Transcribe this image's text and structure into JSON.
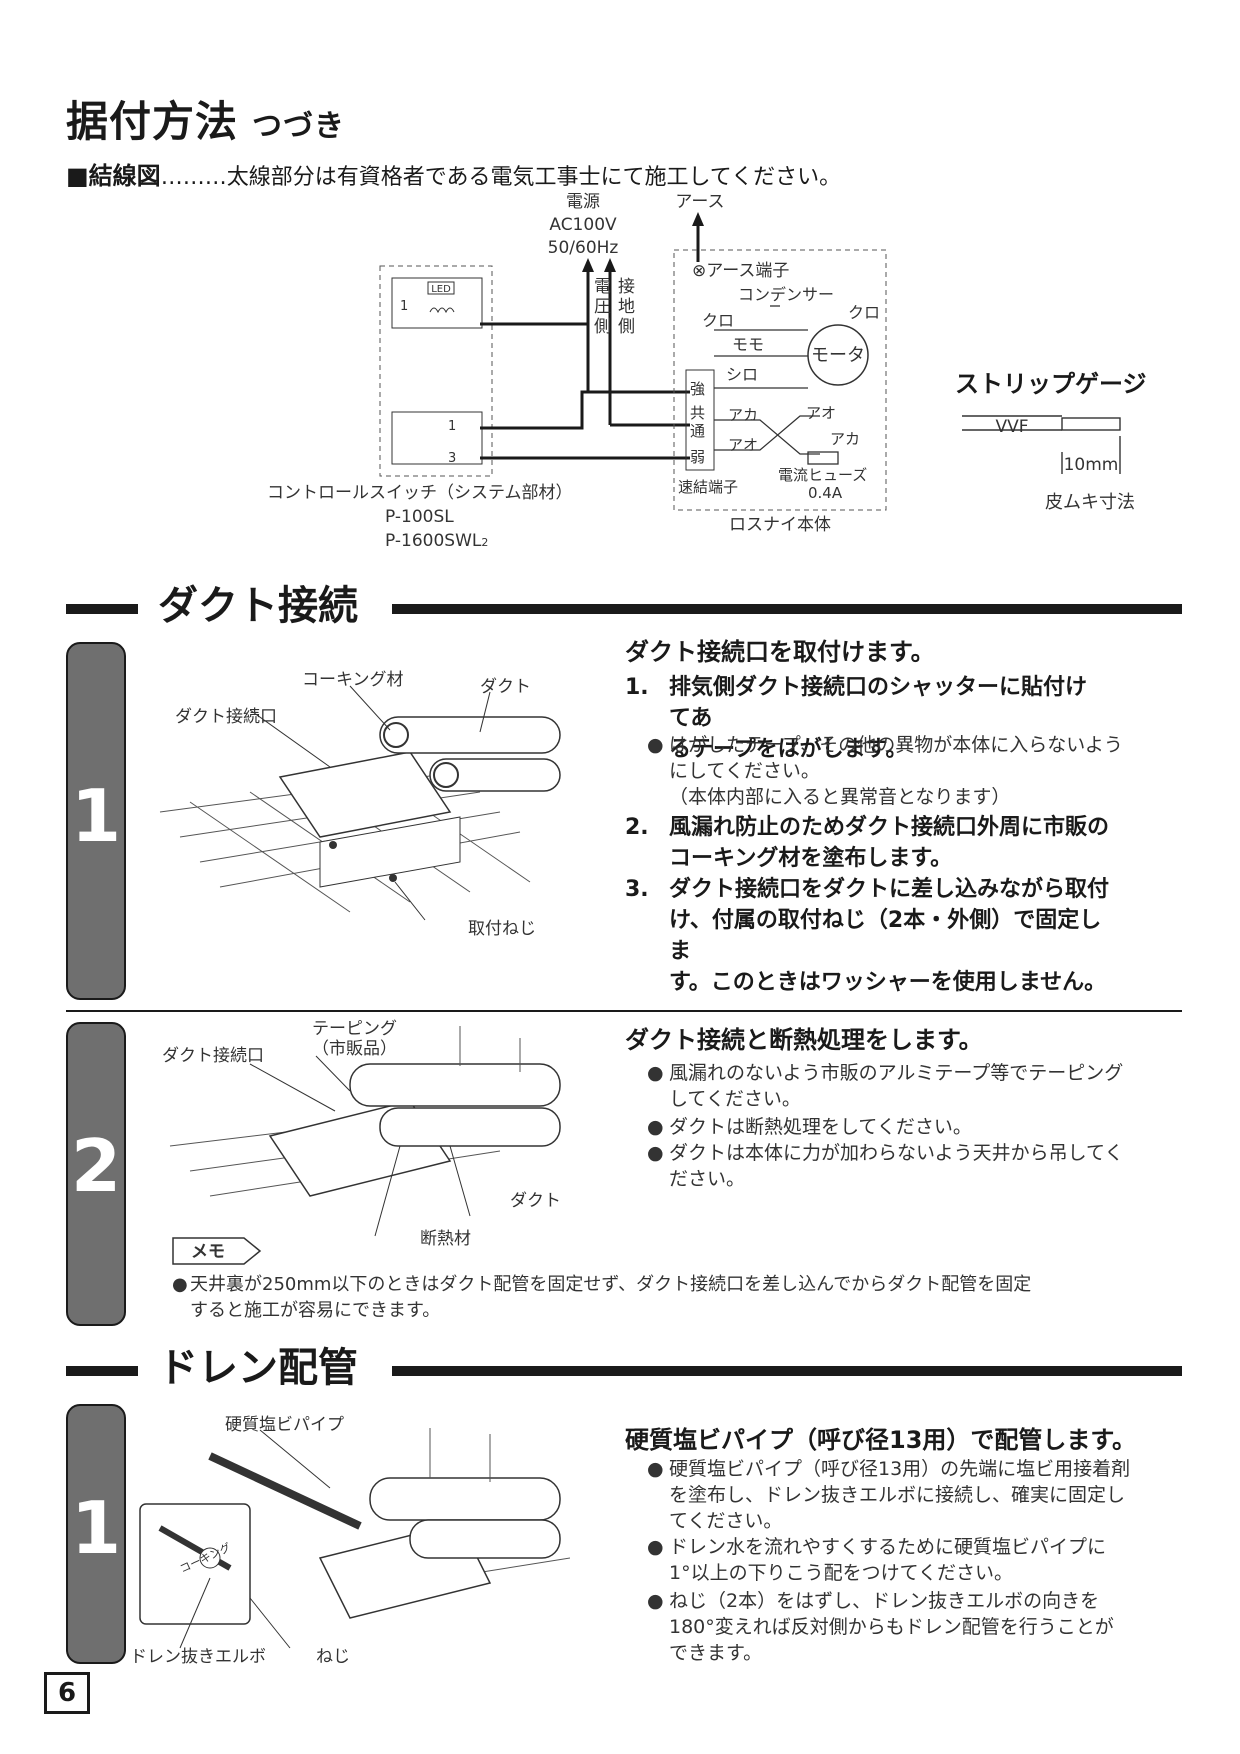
{
  "header": {
    "title": "据付方法",
    "subtitle": "つづき"
  },
  "wiring": {
    "heading": "■結線図",
    "dots": "………",
    "note": "太線部分は有資格者である電気工事士にて施工してください。",
    "power": [
      "電源",
      "AC100V",
      "50/60Hz"
    ],
    "earth": "アース",
    "voltage_side": [
      "電",
      "圧",
      "側"
    ],
    "ground_side": [
      "接",
      "地",
      "側"
    ],
    "earth_terminal": "⊗アース端子",
    "condenser": "コンデンサー",
    "kuro1": "クロ",
    "kuro2": "クロ",
    "momo": "モモ",
    "shiro": "シロ",
    "motor": "モータ",
    "aka1": "アカ",
    "ao1": "アオ",
    "ao2": "アオ",
    "aka2": "アカ",
    "strong": "強",
    "common": [
      "共",
      "通"
    ],
    "weak": "弱",
    "led": "LED",
    "n1": "1",
    "n1b": "1",
    "n3": "3",
    "fuse": [
      "電流ヒューズ",
      "0.4A"
    ],
    "terminal": "速結端子",
    "body": "ロスナイ本体",
    "control_switch": [
      "コントロールスイッチ（システム部材）",
      "P-100SL",
      "P-1600SWL"
    ],
    "sub2": "2"
  },
  "strip": {
    "title": "ストリップゲージ",
    "vvf": "VVF",
    "len": "10mm",
    "caption": "皮ムキ寸法"
  },
  "duct": {
    "section_title": "ダクト接続",
    "step1": {
      "number": "1",
      "title": "ダクト接続口を取付けます。",
      "items": [
        {
          "n": "1.",
          "lines": [
            "排気側ダクト接続口のシャッターに貼付けてあ",
            "るテープをはがします。"
          ]
        },
        {
          "n": "2.",
          "lines": [
            "風漏れ防止のためダクト接続口外周に市販の",
            "コーキング材を塗布します。"
          ]
        },
        {
          "n": "3.",
          "lines": [
            "ダクト接続口をダクトに差し込みながら取付",
            "け、付属の取付ねじ（2本・外側）で固定しま",
            "す。このときはワッシャーを使用しません。"
          ]
        }
      ],
      "bullet": [
        "はがしたテープ、その他の異物が本体に入らないよう",
        "にしてください。",
        "（本体内部に入ると異常音となります）"
      ],
      "labels": {
        "caulk": "コーキング材",
        "duct": "ダクト",
        "port": "ダクト接続口",
        "screw": "取付ねじ"
      }
    },
    "step2": {
      "number": "2",
      "title": "ダクト接続と断熱処理をします。",
      "bullets": [
        [
          "風漏れのないよう市販のアルミテープ等でテーピング",
          "してください。"
        ],
        [
          "ダクトは断熱処理をしてください。"
        ],
        [
          "ダクトは本体に力が加わらないよう天井から吊してく",
          "ださい。"
        ]
      ],
      "labels": {
        "taping": [
          "テーピング",
          "（市販品）"
        ],
        "port": "ダクト接続口",
        "duct": "ダクト",
        "insulation": "断熱材"
      },
      "memo_label": "メモ",
      "memo": [
        "天井裏が250mm以下のときはダクト配管を固定せず、ダクト接続口を差し込んでからダクト配管を固定",
        "すると施工が容易にできます。"
      ]
    }
  },
  "drain": {
    "section_title": "ドレン配管",
    "step1": {
      "number": "1",
      "title": "硬質塩ビパイプ（呼び径13用）で配管します。",
      "bullets": [
        [
          "硬質塩ビパイプ（呼び径13用）の先端に塩ビ用接着剤",
          "を塗布し、ドレン抜きエルボに接続し、確実に固定し",
          "てください。"
        ],
        [
          "ドレン水を流れやすくするために硬質塩ビパイプに",
          "1°以上の下りこう配をつけてください。"
        ],
        [
          "ねじ（2本）をはずし、ドレン抜きエルボの向きを",
          "180°変えれば反対側からもドレン配管を行うことが",
          "できます。"
        ]
      ],
      "labels": {
        "pipe": "硬質塩ビパイプ",
        "elbow": "ドレン抜きエルボ",
        "screw": "ねじ",
        "caulk": "コーキング"
      }
    }
  },
  "page": {
    "number": "6"
  }
}
